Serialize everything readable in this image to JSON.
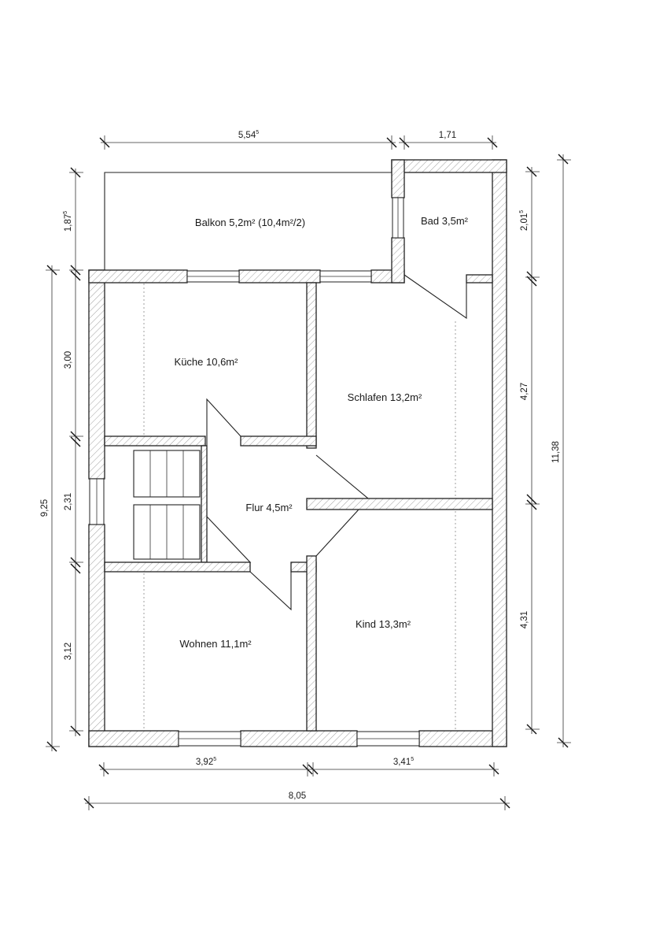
{
  "rooms": {
    "balkon": "Balkon  5,2m² (10,4m²/2)",
    "bad": "Bad  3,5m²",
    "kueche": "Küche  10,6m²",
    "schlafen": "Schlafen  13,2m²",
    "flur": "Flur  4,5m²",
    "kind": "Kind  13,3m²",
    "wohnen": "Wohnen  11,1m²"
  },
  "dimensions": {
    "top_left": {
      "value": "5,54",
      "sup": "5"
    },
    "top_right": {
      "value": "1,71",
      "sup": ""
    },
    "left_balkon": {
      "value": "1,87",
      "sup": "5"
    },
    "left_kueche": {
      "value": "3,00",
      "sup": ""
    },
    "left_stairs": {
      "value": "2,31",
      "sup": ""
    },
    "left_wohnen": {
      "value": "3,12",
      "sup": ""
    },
    "left_total": {
      "value": "9,25",
      "sup": ""
    },
    "right_bad": {
      "value": "2,01",
      "sup": "5"
    },
    "right_schlafen": {
      "value": "4,27",
      "sup": ""
    },
    "right_kind": {
      "value": "4,31",
      "sup": ""
    },
    "right_total": {
      "value": "11,38",
      "sup": ""
    },
    "bottom_left": {
      "value": "3,92",
      "sup": "5"
    },
    "bottom_right": {
      "value": "3,41",
      "sup": "5"
    },
    "bottom_total": {
      "value": "8,05",
      "sup": ""
    }
  }
}
